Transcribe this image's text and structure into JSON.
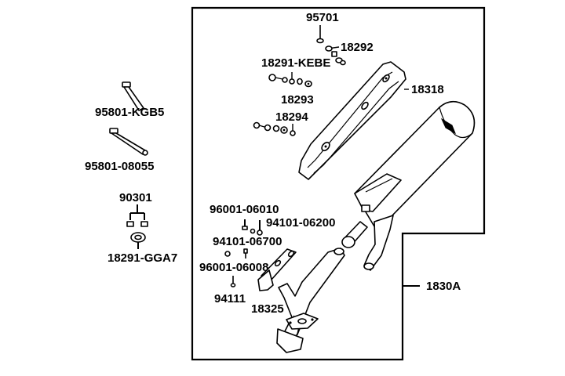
{
  "diagram": {
    "assembly_label": "1830A",
    "labels": {
      "p95701": "95701",
      "p18292": "18292",
      "p18291_kebe": "18291-KEBE",
      "p18318": "18318",
      "p18293": "18293",
      "p18294": "18294",
      "p95801_kgb5": "95801-KGB5",
      "p95801_08055": "95801-08055",
      "p90301": "90301",
      "p18291_gga7": "18291-GGA7",
      "p96001_06010": "96001-06010",
      "p94101_06200": "94101-06200",
      "p94101_06700": "94101-06700",
      "p96001_06008": "96001-06008",
      "p94111": "94111",
      "p18325": "18325"
    }
  }
}
